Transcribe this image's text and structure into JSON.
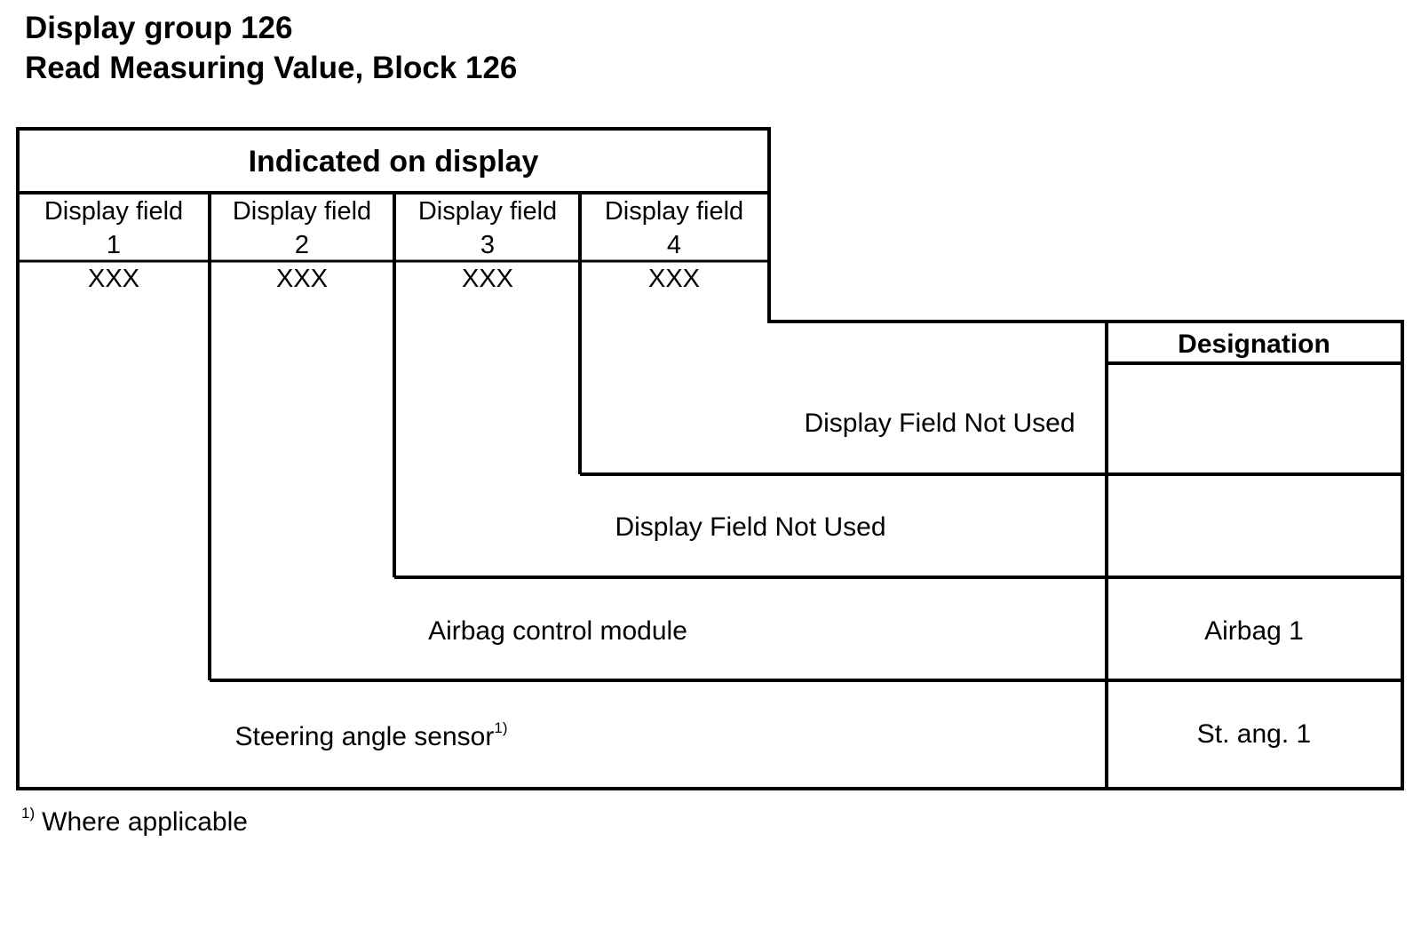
{
  "header": {
    "title": "Display group 126",
    "subtitle": "Read Measuring Value, Block 126"
  },
  "table": {
    "heading": "Indicated on display",
    "columns": [
      {
        "label": "Display field",
        "number": "1",
        "value": "XXX"
      },
      {
        "label": "Display field",
        "number": "2",
        "value": "XXX"
      },
      {
        "label": "Display field",
        "number": "3",
        "value": "XXX"
      },
      {
        "label": "Display field",
        "number": "4",
        "value": "XXX"
      }
    ],
    "designation_header": "Designation",
    "rows": [
      {
        "description": "Display Field Not Used",
        "designation": ""
      },
      {
        "description": "Display Field Not Used",
        "designation": ""
      },
      {
        "description": "Airbag control module",
        "designation": "Airbag 1"
      },
      {
        "description": "Steering angle sensor",
        "description_sup": "1)",
        "designation": "St. ang. 1"
      }
    ]
  },
  "footnote": {
    "marker": "1)",
    "text": "Where applicable"
  }
}
